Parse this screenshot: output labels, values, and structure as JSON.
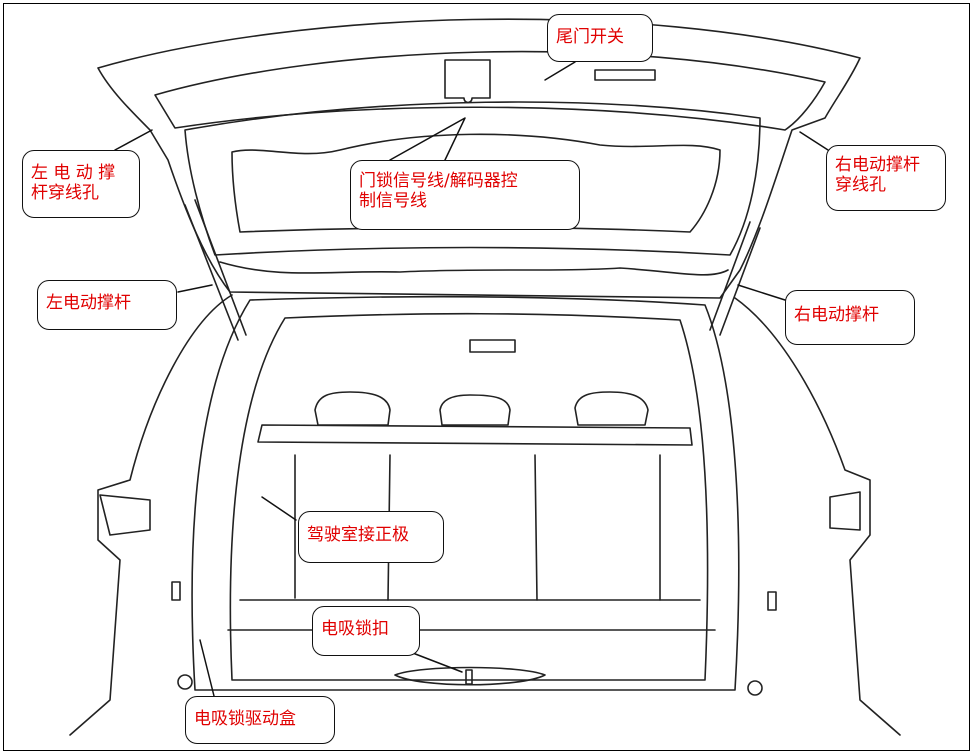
{
  "labels": {
    "tailgate_switch": "尾门开关",
    "left_strut_hole": "左 电 动 撑\n杆穿线孔",
    "right_strut_hole": "右电动撑杆\n穿线孔",
    "lock_signal_wire": "门锁信号线/解码器控\n制信号线",
    "left_strut": "左电动撑杆",
    "right_strut": "右电动撑杆",
    "cabin_positive": "驾驶室接正极",
    "electric_latch": "电吸锁扣",
    "latch_drive_box": "电吸锁驱动盒"
  },
  "colors": {
    "label_text": "#e00000",
    "line": "#222222"
  }
}
